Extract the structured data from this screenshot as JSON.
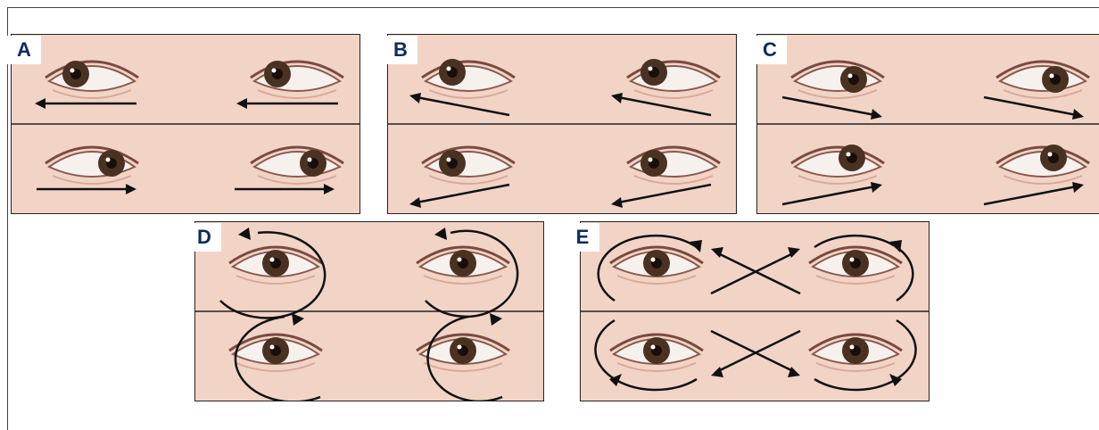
{
  "panels": [
    {
      "id": "A",
      "label": "A",
      "movement": "horizontal"
    },
    {
      "id": "B",
      "label": "B",
      "movement": "oblique-up"
    },
    {
      "id": "C",
      "label": "C",
      "movement": "oblique-down"
    },
    {
      "id": "D",
      "label": "D",
      "movement": "circular"
    },
    {
      "id": "E",
      "label": "E",
      "movement": "figure-eight"
    }
  ],
  "colors": {
    "label": "#0e2a5e",
    "skin": "#f2d4c6",
    "iris": "#4a3222",
    "arrow": "#111111"
  }
}
